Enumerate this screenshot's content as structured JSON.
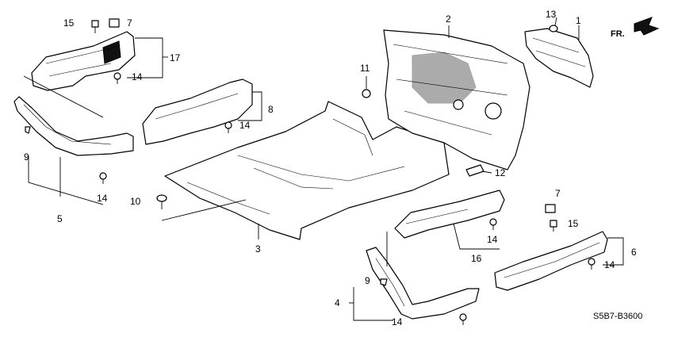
{
  "diagram": {
    "direction_label": "FR.",
    "code": "S5B7-B3600",
    "callouts": {
      "c1": "1",
      "c2": "2",
      "c3": "3",
      "c4": "4",
      "c5": "5",
      "c6": "6",
      "c7a": "7",
      "c7b": "7",
      "c8": "8",
      "c9a": "9",
      "c9b": "9",
      "c10": "10",
      "c11": "11",
      "c12": "12",
      "c13": "13",
      "c14a": "14",
      "c14b": "14",
      "c14c": "14",
      "c14d": "14",
      "c14e": "14",
      "c14f": "14",
      "c15a": "15",
      "c15b": "15",
      "c16": "16",
      "c17": "17"
    }
  }
}
